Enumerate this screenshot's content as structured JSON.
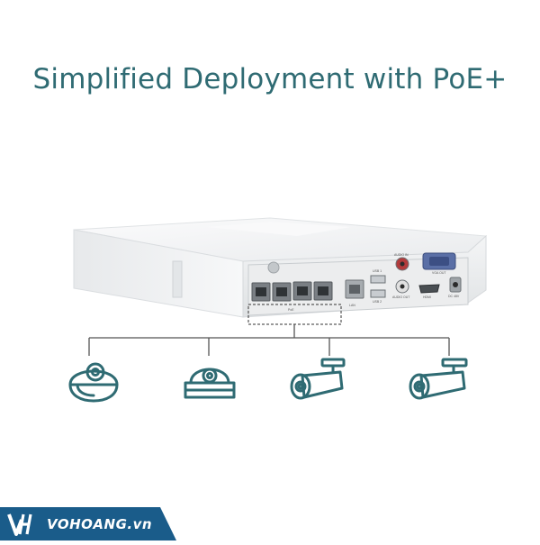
{
  "headline": "Simplified Deployment with PoE+",
  "device": {
    "label_poe": "PoE",
    "label_lan": "LAN",
    "label_usb1": "USB 1",
    "label_usb2": "USB 2",
    "label_audio_in": "AUDIO IN",
    "label_audio_out": "AUDIO OUT",
    "label_hdmi": "HDMI",
    "label_vga": "VGA OUT",
    "label_dc": "DC 48V"
  },
  "cameras": [
    {
      "type": "turret-camera"
    },
    {
      "type": "dome-camera"
    },
    {
      "type": "bullet-camera"
    },
    {
      "type": "bullet-camera"
    }
  ],
  "watermark": {
    "brand": "VOHOANG.vn",
    "color": "#1a5c8a"
  },
  "colors": {
    "accent": "#2f6b73",
    "device_body": "#f2f3f4"
  }
}
